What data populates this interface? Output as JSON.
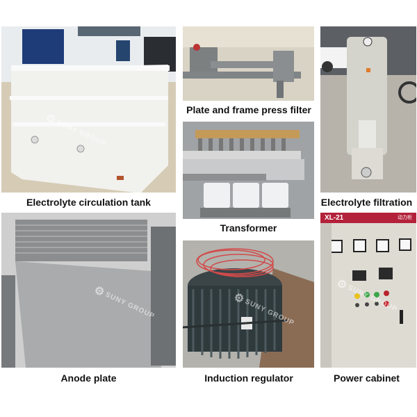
{
  "watermark": "SUNY GROUP",
  "panels": [
    {
      "id": "tank",
      "caption": "Electrolyte circulation tank"
    },
    {
      "id": "press",
      "caption": "Plate and frame press filter"
    },
    {
      "id": "filtration",
      "caption": "Electrolyte filtration"
    },
    {
      "id": "transformer",
      "caption": "Transformer"
    },
    {
      "id": "anode",
      "caption": "Anode plate"
    },
    {
      "id": "regulator",
      "caption": "Induction regulator"
    },
    {
      "id": "cabinet",
      "caption": "Power cabinet",
      "header_label": "XL-21",
      "header_cn": "动力柜"
    }
  ]
}
